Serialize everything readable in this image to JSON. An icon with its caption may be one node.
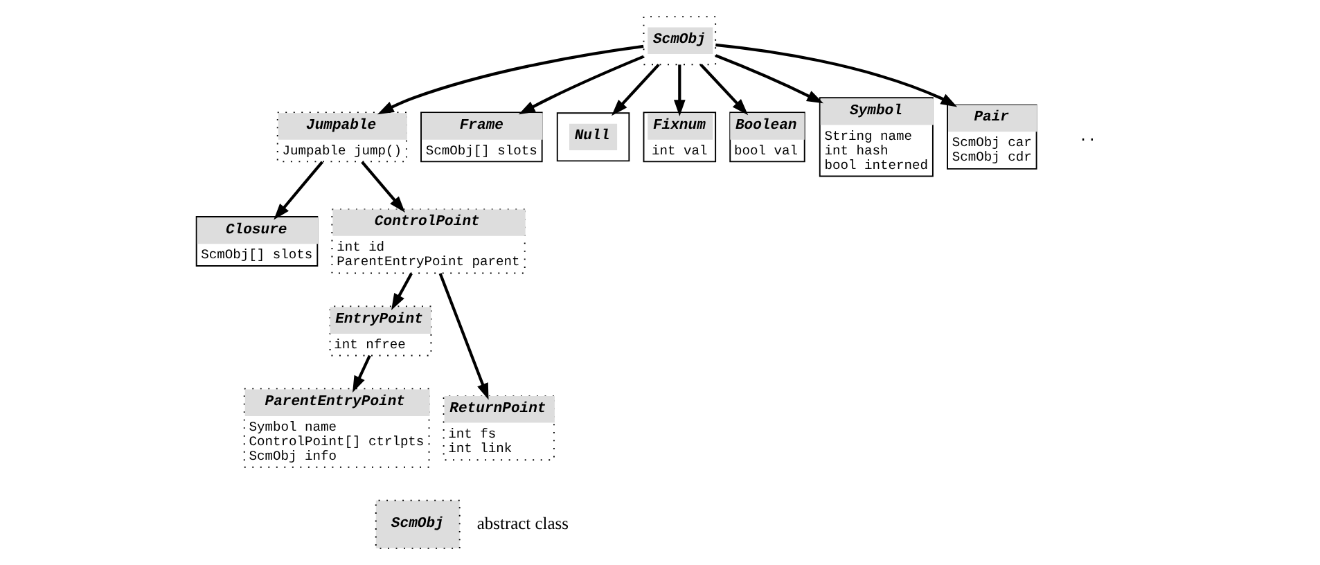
{
  "diagram": {
    "nodes": [
      {
        "text": [
          "ScmObj"
        ]
      },
      {
        "text": [
          "Jumpable",
          "Jumpable jump()"
        ]
      },
      {
        "text": [
          "Frame",
          "ScmObj[] slots"
        ]
      },
      {
        "text": [
          "Null"
        ]
      },
      {
        "text": [
          "Fixnum",
          "int val"
        ]
      },
      {
        "text": [
          "Boolean",
          "bool val"
        ]
      },
      {
        "text": [
          "Symbol",
          "String name",
          "int hash",
          "bool interned"
        ]
      },
      {
        "text": [
          "Pair",
          "ScmObj car",
          "ScmObj cdr"
        ]
      },
      {
        "text": [
          "Closure",
          "ScmObj[] slots"
        ]
      },
      {
        "text": [
          "ControlPoint",
          "int id",
          "ParentEntryPoint parent"
        ]
      },
      {
        "text": [
          "EntryPoint",
          "int nfree"
        ]
      },
      {
        "text": [
          "ReturnPoint",
          "int fs",
          "int link"
        ]
      },
      {
        "text": [
          "ParentEntryPoint",
          "Symbol name",
          "ControlPoint[] ctrlpts",
          "ScmObj info"
        ]
      }
    ],
    "edges": [
      {
        "from": 0,
        "to": 1,
        "arrow": "to"
      },
      {
        "from": 0,
        "to": 2,
        "arrow": "to"
      },
      {
        "from": 0,
        "to": 3,
        "arrow": "to"
      },
      {
        "from": 0,
        "to": 4,
        "arrow": "to"
      },
      {
        "from": 0,
        "to": 5,
        "arrow": "to"
      },
      {
        "from": 0,
        "to": 6,
        "arrow": "to"
      },
      {
        "from": 0,
        "to": 7,
        "arrow": "to"
      },
      {
        "from": 1,
        "to": 8,
        "arrow": "to"
      },
      {
        "from": 1,
        "to": 9,
        "arrow": "to"
      },
      {
        "from": 9,
        "to": 10,
        "arrow": "to"
      },
      {
        "from": 9,
        "to": 11,
        "arrow": "to"
      },
      {
        "from": 10,
        "to": 12,
        "arrow": "to"
      }
    ],
    "labels": [
      "..",
      "ScmObj"
    ],
    "legend": [
      {
        "text": "abstract class"
      }
    ]
  }
}
